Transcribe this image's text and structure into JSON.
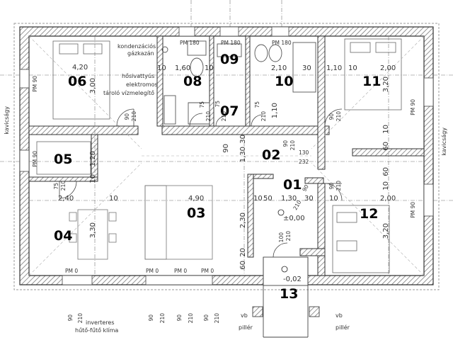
{
  "rooms": [
    {
      "id": "01"
    },
    {
      "id": "02"
    },
    {
      "id": "03"
    },
    {
      "id": "04"
    },
    {
      "id": "05"
    },
    {
      "id": "06"
    },
    {
      "id": "07"
    },
    {
      "id": "08"
    },
    {
      "id": "09"
    },
    {
      "id": "10"
    },
    {
      "id": "11"
    },
    {
      "id": "12"
    },
    {
      "id": "13"
    }
  ],
  "dims_h": [
    "4,20",
    "10",
    "1,60",
    "10",
    "2,10",
    "30",
    "1,10",
    "10",
    "2,00",
    "2,40",
    "10",
    "4,90",
    "10",
    "50",
    "1,30",
    "30",
    "2,00",
    "10"
  ],
  "dims_v": [
    "3,00",
    "1,20",
    "3,30",
    "2,30",
    "3,20",
    "3,20",
    "1,10",
    "1,30",
    "60",
    "60",
    "10",
    "10",
    "10",
    "30",
    "20",
    "60",
    "90",
    "130"
  ],
  "openings": {
    "pm": [
      "PM 90",
      "PM 180",
      "PM 180",
      "PM 180",
      "PM 90",
      "PM 90",
      "PM 90",
      "PM 0",
      "PM 0",
      "PM 0",
      "PM 0"
    ],
    "door_marks": [
      "90",
      "210",
      "75",
      "210",
      "75",
      "210",
      "90",
      "210",
      "90",
      "210",
      "75",
      "210",
      "75",
      "210",
      "90",
      "210",
      "100",
      "210"
    ],
    "bottom_marks": [
      "90",
      "210",
      "90",
      "210",
      "90",
      "210",
      "90",
      "210"
    ]
  },
  "notes": {
    "boiler": [
      "kondenzációs",
      "gázkazán"
    ],
    "heater": [
      "hősivattyús",
      "elektromos",
      "tároló vízmelegítő"
    ],
    "gravel": "kavicságy",
    "climate": [
      "inverteres",
      "hűtő-fűtő klíma"
    ],
    "pillar_left": [
      "vb",
      "pillér"
    ],
    "pillar_right": [
      "vb",
      "pillér"
    ],
    "levels": [
      "±0,00",
      "-0,02"
    ],
    "hall_dim": [
      "130",
      "232"
    ],
    "stair_marks": [
      "90",
      "210"
    ]
  },
  "colors": {
    "wall": "#3a3a3a",
    "hatch": "#8a8a8a",
    "line": "#555555",
    "axis": "#777777",
    "bg": "#ffffff"
  }
}
